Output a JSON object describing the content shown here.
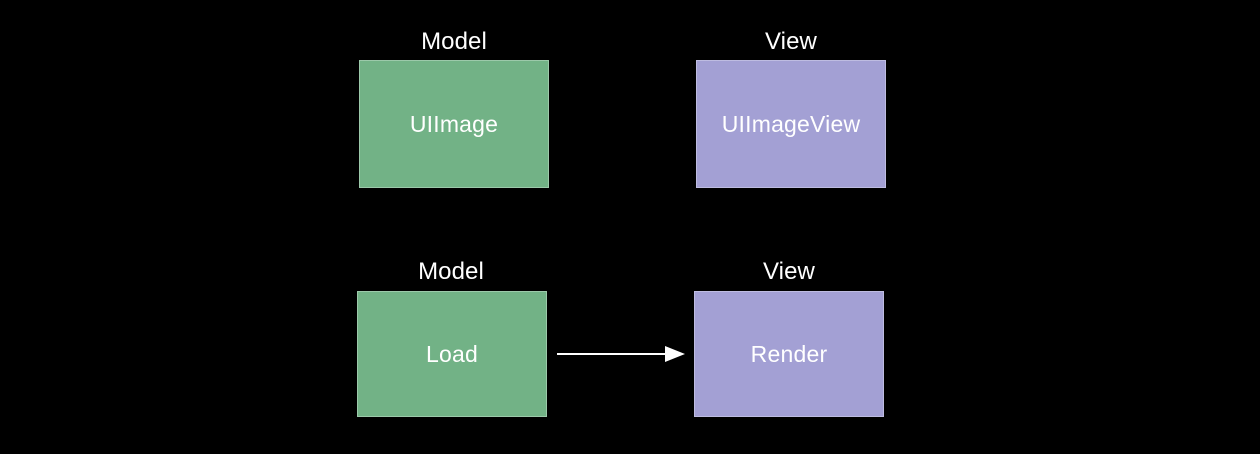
{
  "diagram": {
    "background_color": "#000000",
    "palette": {
      "model_fill": "#72b286",
      "view_fill": "#a3a0d4",
      "text": "#ffffff",
      "arrow": "#ffffff"
    },
    "rows": [
      {
        "id": "concrete-types",
        "model": {
          "group_label": "Model",
          "box_label": "UIImage",
          "fill": "#72b286"
        },
        "view": {
          "group_label": "View",
          "box_label": "UIImageView",
          "fill": "#a3a0d4"
        },
        "connector": null
      },
      {
        "id": "responsibilities",
        "model": {
          "group_label": "Model",
          "box_label": "Load",
          "fill": "#72b286"
        },
        "view": {
          "group_label": "View",
          "box_label": "Render",
          "fill": "#a3a0d4"
        },
        "connector": {
          "type": "arrow",
          "direction": "right",
          "label": ""
        }
      }
    ]
  }
}
